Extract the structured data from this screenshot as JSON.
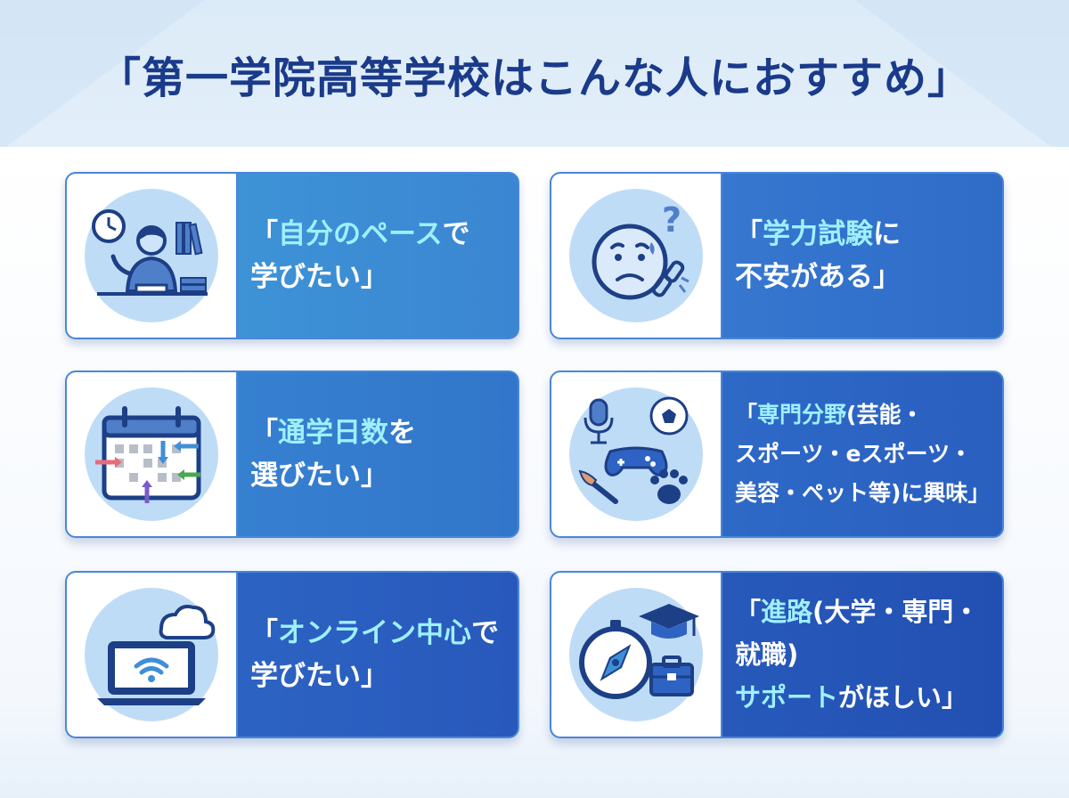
{
  "title": "「第一学院高等学校はこんな人におすすめ」",
  "colors": {
    "title": "#1a3a8a",
    "highlight": "#9ff0ff",
    "card_border": "#4a86d8",
    "icon_circle": "#bfdcf7"
  },
  "cards": [
    {
      "icon": "student-studying-icon",
      "lines": [
        {
          "q": "「",
          "hl": "自分のペース",
          "rest": "で"
        },
        {
          "q": "",
          "hl": "",
          "rest": "学びたい」"
        }
      ]
    },
    {
      "icon": "worried-face-icon",
      "lines": [
        {
          "q": "「",
          "hl": "学力試験",
          "rest": "に"
        },
        {
          "q": "",
          "hl": "",
          "rest": "不安がある」"
        }
      ]
    },
    {
      "icon": "calendar-icon",
      "lines": [
        {
          "q": "「",
          "hl": "通学日数",
          "rest": "を"
        },
        {
          "q": "",
          "hl": "",
          "rest": "選びたい」"
        }
      ]
    },
    {
      "icon": "hobbies-icon",
      "lines": [
        {
          "q": "「",
          "hl": "専門分野",
          "rest": "(芸能・"
        },
        {
          "q": "",
          "hl": "",
          "rest": "スポーツ・eスポーツ・"
        },
        {
          "q": "",
          "hl": "",
          "rest": "美容・ペット等)に興味」"
        }
      ]
    },
    {
      "icon": "online-laptop-icon",
      "lines": [
        {
          "q": "「",
          "hl": "オンライン中心",
          "rest": "で"
        },
        {
          "q": "",
          "hl": "",
          "rest": "学びたい」"
        }
      ]
    },
    {
      "icon": "career-support-icon",
      "lines": [
        {
          "q": "「",
          "hl": "進路",
          "rest": "(大学・専門・就職)"
        },
        {
          "q": "",
          "hl": "サポート",
          "rest": "がほしい」"
        }
      ]
    }
  ]
}
